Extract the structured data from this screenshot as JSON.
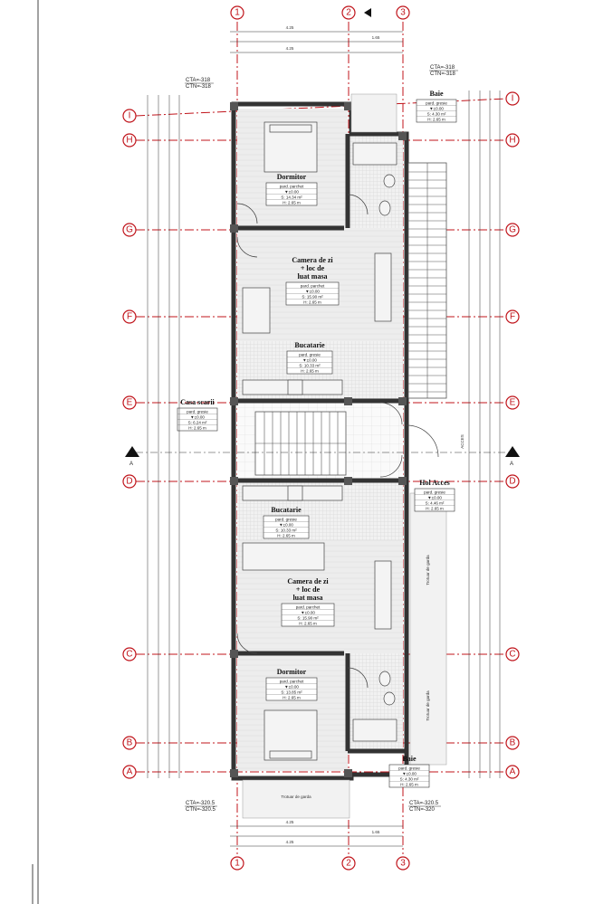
{
  "grid": {
    "columns": [
      "1",
      "2",
      "3"
    ],
    "rows": [
      "I",
      "H",
      "G",
      "F",
      "E",
      "D",
      "C",
      "B",
      "A"
    ]
  },
  "section_label": "A",
  "levels": {
    "top_left": [
      "CTA=-318",
      "CTN=-318"
    ],
    "top_right": [
      "CTA=-318",
      "CTN=-318"
    ],
    "bottom_left": [
      "CTA=-320.5",
      "CTN=-320.5"
    ],
    "bottom_right": [
      "CTA=-320.5",
      "CTN=-320"
    ]
  },
  "rooms": [
    {
      "id": "dormitor-top",
      "name": "Dormitor",
      "finish": "pard. parchet",
      "level": "▼±0.00",
      "area": "S: 14.34 m²",
      "height": "H: 2.65 m"
    },
    {
      "id": "camera-top",
      "name": "Camera de zi + loc de luat masa",
      "finish": "pard. parchet",
      "level": "▼±0.00",
      "area": "S: 15.90 m²",
      "height": "H: 2.65 m"
    },
    {
      "id": "bucatarie-top",
      "name": "Bucatarie",
      "finish": "pard. gresie",
      "level": "▼±0.00",
      "area": "S: 10.33 m²",
      "height": "H: 2.65 m"
    },
    {
      "id": "casa-scarii",
      "name": "Casa scarii",
      "finish": "pard. gresie",
      "level": "▼±0.00",
      "area": "S: 6.24 m²",
      "height": "H: 2.65 m"
    },
    {
      "id": "bucatarie-bottom",
      "name": "Bucatarie",
      "finish": "pard. gresie",
      "level": "▼±0.00",
      "area": "S: 10.33 m²",
      "height": "H: 2.65 m"
    },
    {
      "id": "camera-bottom",
      "name": "Camera de zi + loc de luat masa",
      "finish": "pard. parchet",
      "level": "▼±0.00",
      "area": "S: 15.90 m²",
      "height": "H: 2.65 m"
    },
    {
      "id": "dormitor-bottom",
      "name": "Dormitor",
      "finish": "pard. parchet",
      "level": "▼±0.00",
      "area": "S: 13.85 m²",
      "height": "H: 2.65 m"
    },
    {
      "id": "baie-top",
      "name": "Baie",
      "finish": "pard. gresie",
      "level": "▼±0.00",
      "area": "S: 4.30 m²",
      "height": "H: 2.65 m"
    },
    {
      "id": "baie-bottom",
      "name": "Baie",
      "finish": "pard. gresie",
      "level": "▼±0.00",
      "area": "S: 4.30 m²",
      "height": "H: 2.65 m"
    },
    {
      "id": "hol-acces",
      "name": "Hol Acces",
      "finish": "pard. gresie",
      "level": "▼±0.00",
      "area": "S: 4.46 m²",
      "height": "H: 2.65 m"
    }
  ],
  "annotations": {
    "terrace_right_top": "Trotuar de garda",
    "terrace_right_bottom": "Trotuar de garda",
    "terrace_bottom": "Trotuar de garda",
    "acces": "ACCES"
  },
  "dims": {
    "top_total": "4.25",
    "top_mid": "1.65",
    "bottom_total": "4.25",
    "bottom_mid": "1.65"
  }
}
